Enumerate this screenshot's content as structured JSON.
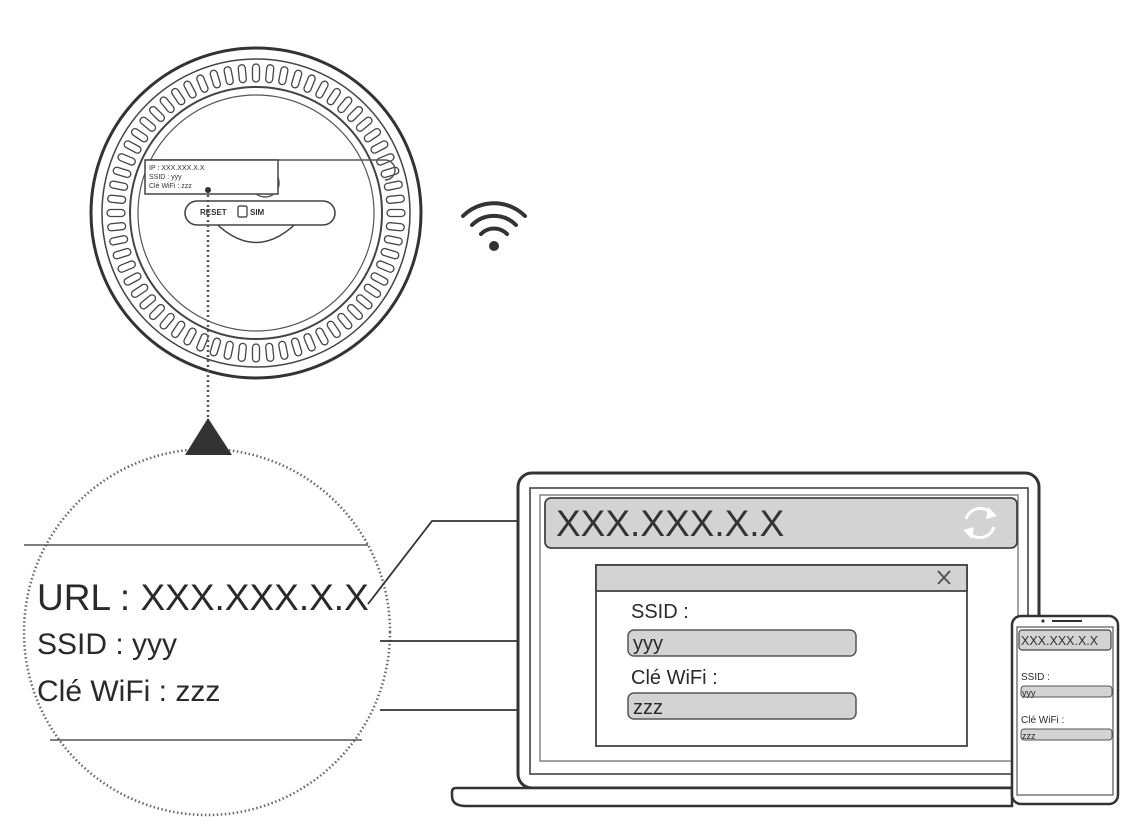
{
  "router": {
    "sticker": {
      "url": "IP : XXX.XXX.X.X",
      "ssid": "SSID : yyy",
      "key": "Clé WiFi : zzz"
    },
    "reset_label": "RESET",
    "sim_label": "SIM"
  },
  "magnifier": {
    "url": "URL : XXX.XXX.X.X",
    "ssid": "SSID : yyy",
    "key": "Clé WiFi : zzz"
  },
  "laptop": {
    "address": "XXX.XXX.X.X",
    "ssid_label": "SSID :",
    "ssid_value": "yyy",
    "key_label": "Clé WiFi :",
    "key_value": "zzz"
  },
  "phone": {
    "address": "XXX.XXX.X.X",
    "ssid_label": "SSID :",
    "ssid_value": "yyy",
    "key_label": "Clé WiFi :",
    "key_value": "zzz"
  },
  "icons": [
    "wifi-icon",
    "refresh-icon",
    "close-icon",
    "pointer-triangle-icon",
    "sim-icon"
  ],
  "colors": {
    "line": "#333333",
    "field_fill": "#d3d3d3",
    "background": "#ffffff"
  }
}
